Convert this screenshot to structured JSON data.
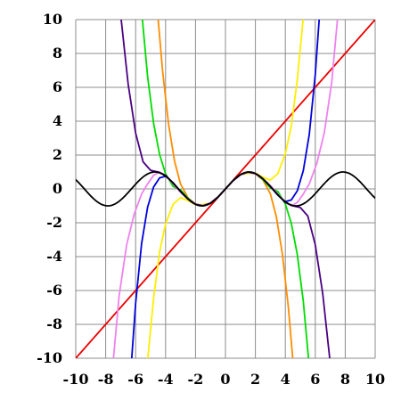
{
  "chart_data": {
    "type": "line",
    "title": "",
    "xlabel": "",
    "ylabel": "",
    "xlim": [
      -10,
      10
    ],
    "ylim": [
      -10,
      10
    ],
    "grid": true,
    "legend": "none",
    "xticks": [
      "-10",
      "-8",
      "-6",
      "-4",
      "-2",
      "0",
      "2",
      "4",
      "6",
      "8",
      "10"
    ],
    "yticks": [
      "10",
      "8",
      "6",
      "4",
      "2",
      "0",
      "-2",
      "-4",
      "-6",
      "-8",
      "-10"
    ],
    "series": [
      {
        "color": "#ee0000",
        "x": [
          -10,
          10
        ],
        "y": [
          -10,
          10
        ]
      },
      {
        "color": "#ffee00",
        "x": [
          -5.2,
          -4.8,
          -4.4,
          -4,
          -3.5,
          -3,
          -2.5,
          -2,
          -1.5,
          -1,
          -0.5,
          0,
          0.5,
          1,
          1.5,
          2,
          2.5,
          3,
          3.5,
          4,
          4.4,
          4.8,
          5.2
        ],
        "y": [
          -10.13,
          -6.46,
          -3.72,
          -2.08,
          -0.91,
          -0.52,
          -0.69,
          -0.93,
          -0.92,
          -0.84,
          -0.48,
          0,
          0.48,
          0.84,
          0.92,
          0.93,
          0.69,
          0.52,
          0.91,
          2.08,
          3.72,
          6.46,
          10.13
        ]
      },
      {
        "color": "#ff8c00",
        "x": [
          -4.6,
          -4.2,
          -3.8,
          -3.4,
          -3,
          -2.5,
          -2,
          -1.5,
          -1,
          -0.5,
          0,
          0.5,
          1,
          1.5,
          2,
          2.5,
          3,
          3.4,
          3.8,
          4.2,
          4.6
        ],
        "y": [
          11.09,
          6.97,
          3.83,
          1.64,
          0.29,
          -0.53,
          -0.89,
          -0.99,
          -0.84,
          -0.48,
          0,
          0.48,
          0.84,
          0.99,
          0.89,
          0.53,
          -0.29,
          -1.64,
          -3.83,
          -6.97,
          -11.09
        ]
      },
      {
        "color": "#00dd00",
        "x": [
          -5.6,
          -5.2,
          -4.8,
          -4.4,
          -4,
          -3.5,
          -3,
          -2.5,
          -2,
          -1.5,
          -1,
          -0.5,
          0,
          0.5,
          1,
          1.5,
          2,
          2.5,
          3,
          3.5,
          4,
          4.4,
          4.8,
          5.2,
          5.6
        ],
        "y": [
          10.52,
          6.63,
          3.88,
          2.04,
          0.89,
          0.15,
          -0.06,
          -0.55,
          -0.91,
          -0.99,
          -0.84,
          -0.48,
          0,
          0.48,
          0.84,
          0.99,
          0.91,
          0.55,
          0.06,
          -0.15,
          -0.89,
          -2.04,
          -3.88,
          -6.63,
          -10.52
        ]
      },
      {
        "color": "#0000dd",
        "x": [
          -6.3,
          -6,
          -5.6,
          -5.2,
          -4.8,
          -4.4,
          -4,
          -3.5,
          -3,
          -2.5,
          -2,
          -1.5,
          -1,
          -0.5,
          0,
          0.5,
          1,
          1.5,
          2,
          2.5,
          3,
          3.5,
          4,
          4.4,
          4.8,
          5.2,
          5.6,
          6,
          6.3
        ],
        "y": [
          -10.5,
          -6.76,
          -3.22,
          -1.08,
          0.11,
          0.65,
          0.75,
          0.37,
          -0.15,
          -0.6,
          -0.91,
          -1,
          -0.84,
          -0.48,
          0,
          0.48,
          0.84,
          1,
          0.91,
          0.6,
          0.15,
          -0.37,
          -0.75,
          -0.65,
          -0.11,
          1.08,
          3.22,
          6.76,
          10.5
        ]
      },
      {
        "color": "#ee82ee",
        "x": [
          -7.5,
          -7.1,
          -6.6,
          -6.1,
          -5.6,
          -5.2,
          -4.8,
          -4.4,
          -4,
          -3.5,
          -3,
          -2.5,
          -2,
          -1.5,
          -1,
          -0.5,
          0,
          0.5,
          1,
          1.5,
          2,
          2.5,
          3,
          3.5,
          4,
          4.4,
          4.8,
          5.2,
          5.6,
          6.1,
          6.6,
          7.1,
          7.5
        ],
        "y": [
          -10.2,
          -6.3,
          -3.3,
          -1.5,
          -0.3,
          0.3,
          0.8,
          1,
          0.8,
          0.3,
          -0.2,
          -0.6,
          -0.9,
          -1,
          -0.84,
          -0.48,
          0,
          0.48,
          0.84,
          1,
          0.9,
          0.6,
          0.2,
          -0.3,
          -0.8,
          -1,
          -0.8,
          -0.3,
          0.3,
          1.5,
          3.3,
          6.3,
          10.2
        ]
      },
      {
        "color": "#4b0082",
        "x": [
          -7,
          -6.5,
          -6,
          -5.5,
          -5,
          -4.5,
          -4,
          -3.5,
          -3,
          -2.5,
          -2,
          -1.5,
          -1,
          -0.5,
          0,
          0.5,
          1,
          1.5,
          2,
          2.5,
          3,
          3.5,
          4,
          4.5,
          5,
          5.5,
          6,
          6.5,
          7
        ],
        "y": [
          10.3,
          6.2,
          3.3,
          1.6,
          1.1,
          1.0,
          0.8,
          0.35,
          -0.15,
          -0.6,
          -0.91,
          -1,
          -0.84,
          -0.48,
          0,
          0.48,
          0.84,
          1,
          0.91,
          0.6,
          0.15,
          -0.35,
          -0.8,
          -1.0,
          -1.1,
          -1.6,
          -3.3,
          -6.2,
          -10.3
        ]
      },
      {
        "color": "#000000",
        "function": "sin",
        "x": [
          -10,
          10
        ],
        "y": [
          -1,
          1
        ]
      }
    ]
  }
}
